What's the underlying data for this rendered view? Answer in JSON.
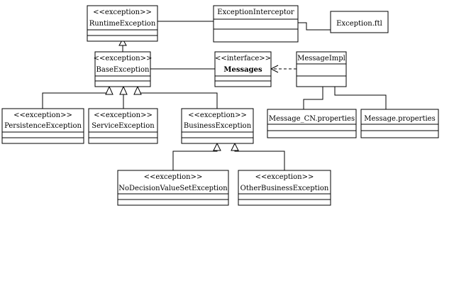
{
  "classes": {
    "runtime_exception": {
      "stereotype": "<<exception>>",
      "name": "RuntimeException"
    },
    "exception_interceptor": {
      "stereotype": "",
      "name": "ExceptionInterceptor"
    },
    "exception_ftl": {
      "stereotype": "",
      "name": "Exception.ftl"
    },
    "base_exception": {
      "stereotype": "<<exception>>",
      "name": "BaseException"
    },
    "messages": {
      "stereotype": "<<interface>>",
      "name": "Messages"
    },
    "message_impl": {
      "stereotype": "",
      "name": "MessageImpl"
    },
    "persistence_exception": {
      "stereotype": "<<exception>>",
      "name": "PersistenceException"
    },
    "service_exception": {
      "stereotype": "<<exception>>",
      "name": "ServiceException"
    },
    "business_exception": {
      "stereotype": "<<exception>>",
      "name": "BusinessException"
    },
    "message_cn_properties": {
      "stereotype": "",
      "name": "Message_CN.properties"
    },
    "message_properties": {
      "stereotype": "",
      "name": "Message.properties"
    },
    "no_decision_value_set_exception": {
      "stereotype": "<<exception>>",
      "name": "NoDecisionValueSetException"
    },
    "other_business_exception": {
      "stereotype": "<<exception>>",
      "name": "OtherBusinessException"
    }
  }
}
